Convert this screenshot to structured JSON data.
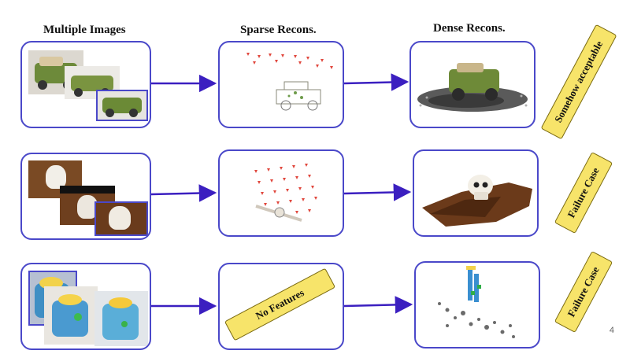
{
  "headers": {
    "multiple_images": "Multiple Images",
    "sparse_recons": "Sparse Recons.",
    "dense_recons": "Dense Recons."
  },
  "rows": [
    {
      "name": "jeep",
      "banner": "Somehow acceptable"
    },
    {
      "name": "skull",
      "banner": "Failure Case"
    },
    {
      "name": "cube",
      "sparse_banner": "No Features",
      "banner": "Failure Case"
    }
  ],
  "page_number": "4",
  "colors": {
    "box_border": "#4a48c9",
    "arrow": "#3b1fc0",
    "banner_fill": "#f7e46a",
    "camera_marker": "#e0463c"
  }
}
